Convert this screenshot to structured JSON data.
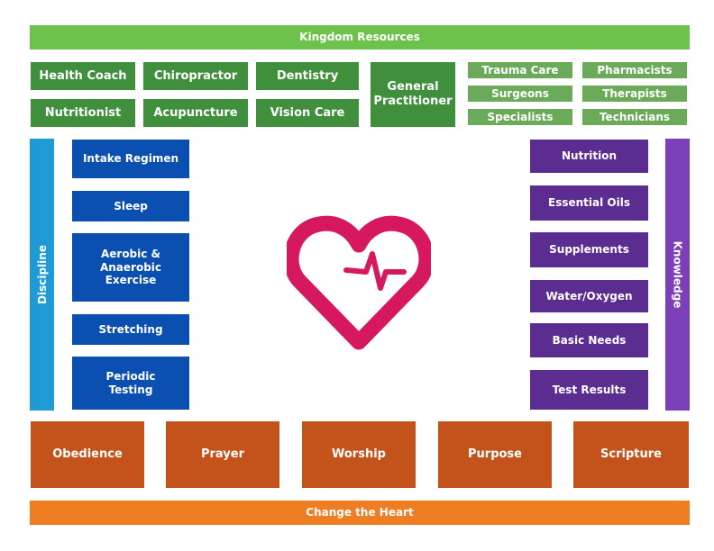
{
  "top_banner": {
    "label": "Kingdom Resources",
    "color": "#6cc24a"
  },
  "bottom_banner": {
    "label": "Change the Heart",
    "color": "#ef7d22"
  },
  "resources": {
    "primary": [
      "Health Coach",
      "Chiropractor",
      "Dentistry",
      "Nutritionist",
      "Acupuncture",
      "Vision Care",
      "General Practitioner"
    ],
    "secondary": [
      "Trauma Care",
      "Pharmacists",
      "Surgeons",
      "Therapists",
      "Specialists",
      "Technicians"
    ]
  },
  "discipline": {
    "label": "Discipline",
    "color": "#1e9ad6",
    "items": [
      "Intake Regimen",
      "Sleep",
      "Aerobic & Anaerobic Exercise",
      "Stretching",
      "Periodic Testing"
    ]
  },
  "knowledge": {
    "label": "Knowledge",
    "color": "#7b3fb8",
    "items": [
      "Nutrition",
      "Essential Oils",
      "Supplements",
      "Water/Oxygen",
      "Basic Needs",
      "Test Results"
    ]
  },
  "foundation": [
    "Obedience",
    "Prayer",
    "Worship",
    "Purpose",
    "Scripture"
  ],
  "center_icon": {
    "name": "heart-pulse-icon",
    "color": "#d6195f"
  }
}
